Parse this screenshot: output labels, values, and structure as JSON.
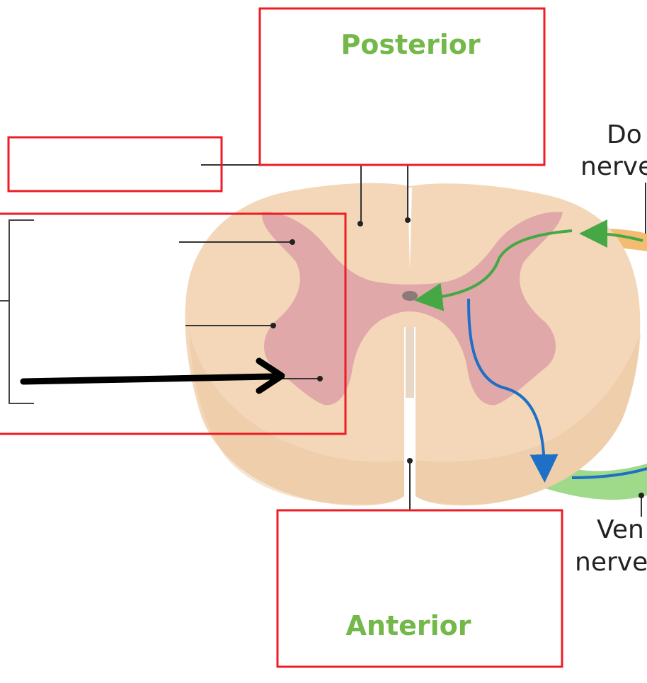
{
  "labels": {
    "posterior": "Posterior",
    "anterior": "Anterior",
    "dorsal_root": [
      "Do",
      "nerve"
    ],
    "ventral_root": [
      "Ven",
      "nerve"
    ]
  },
  "colors": {
    "white_matter": "#f3d7b8",
    "white_matter_shadow": "#e8c39c",
    "gray_matter": "#e0a8a8",
    "dorsal_root": "#f2bd72",
    "ventral_root": "#9fd98a",
    "sensory_pathway": "#45a845",
    "motor_pathway": "#1e6fc6",
    "label_box": "#ee1c24",
    "heading_text": "#74b84a",
    "pointer_arrow": "#000000"
  }
}
